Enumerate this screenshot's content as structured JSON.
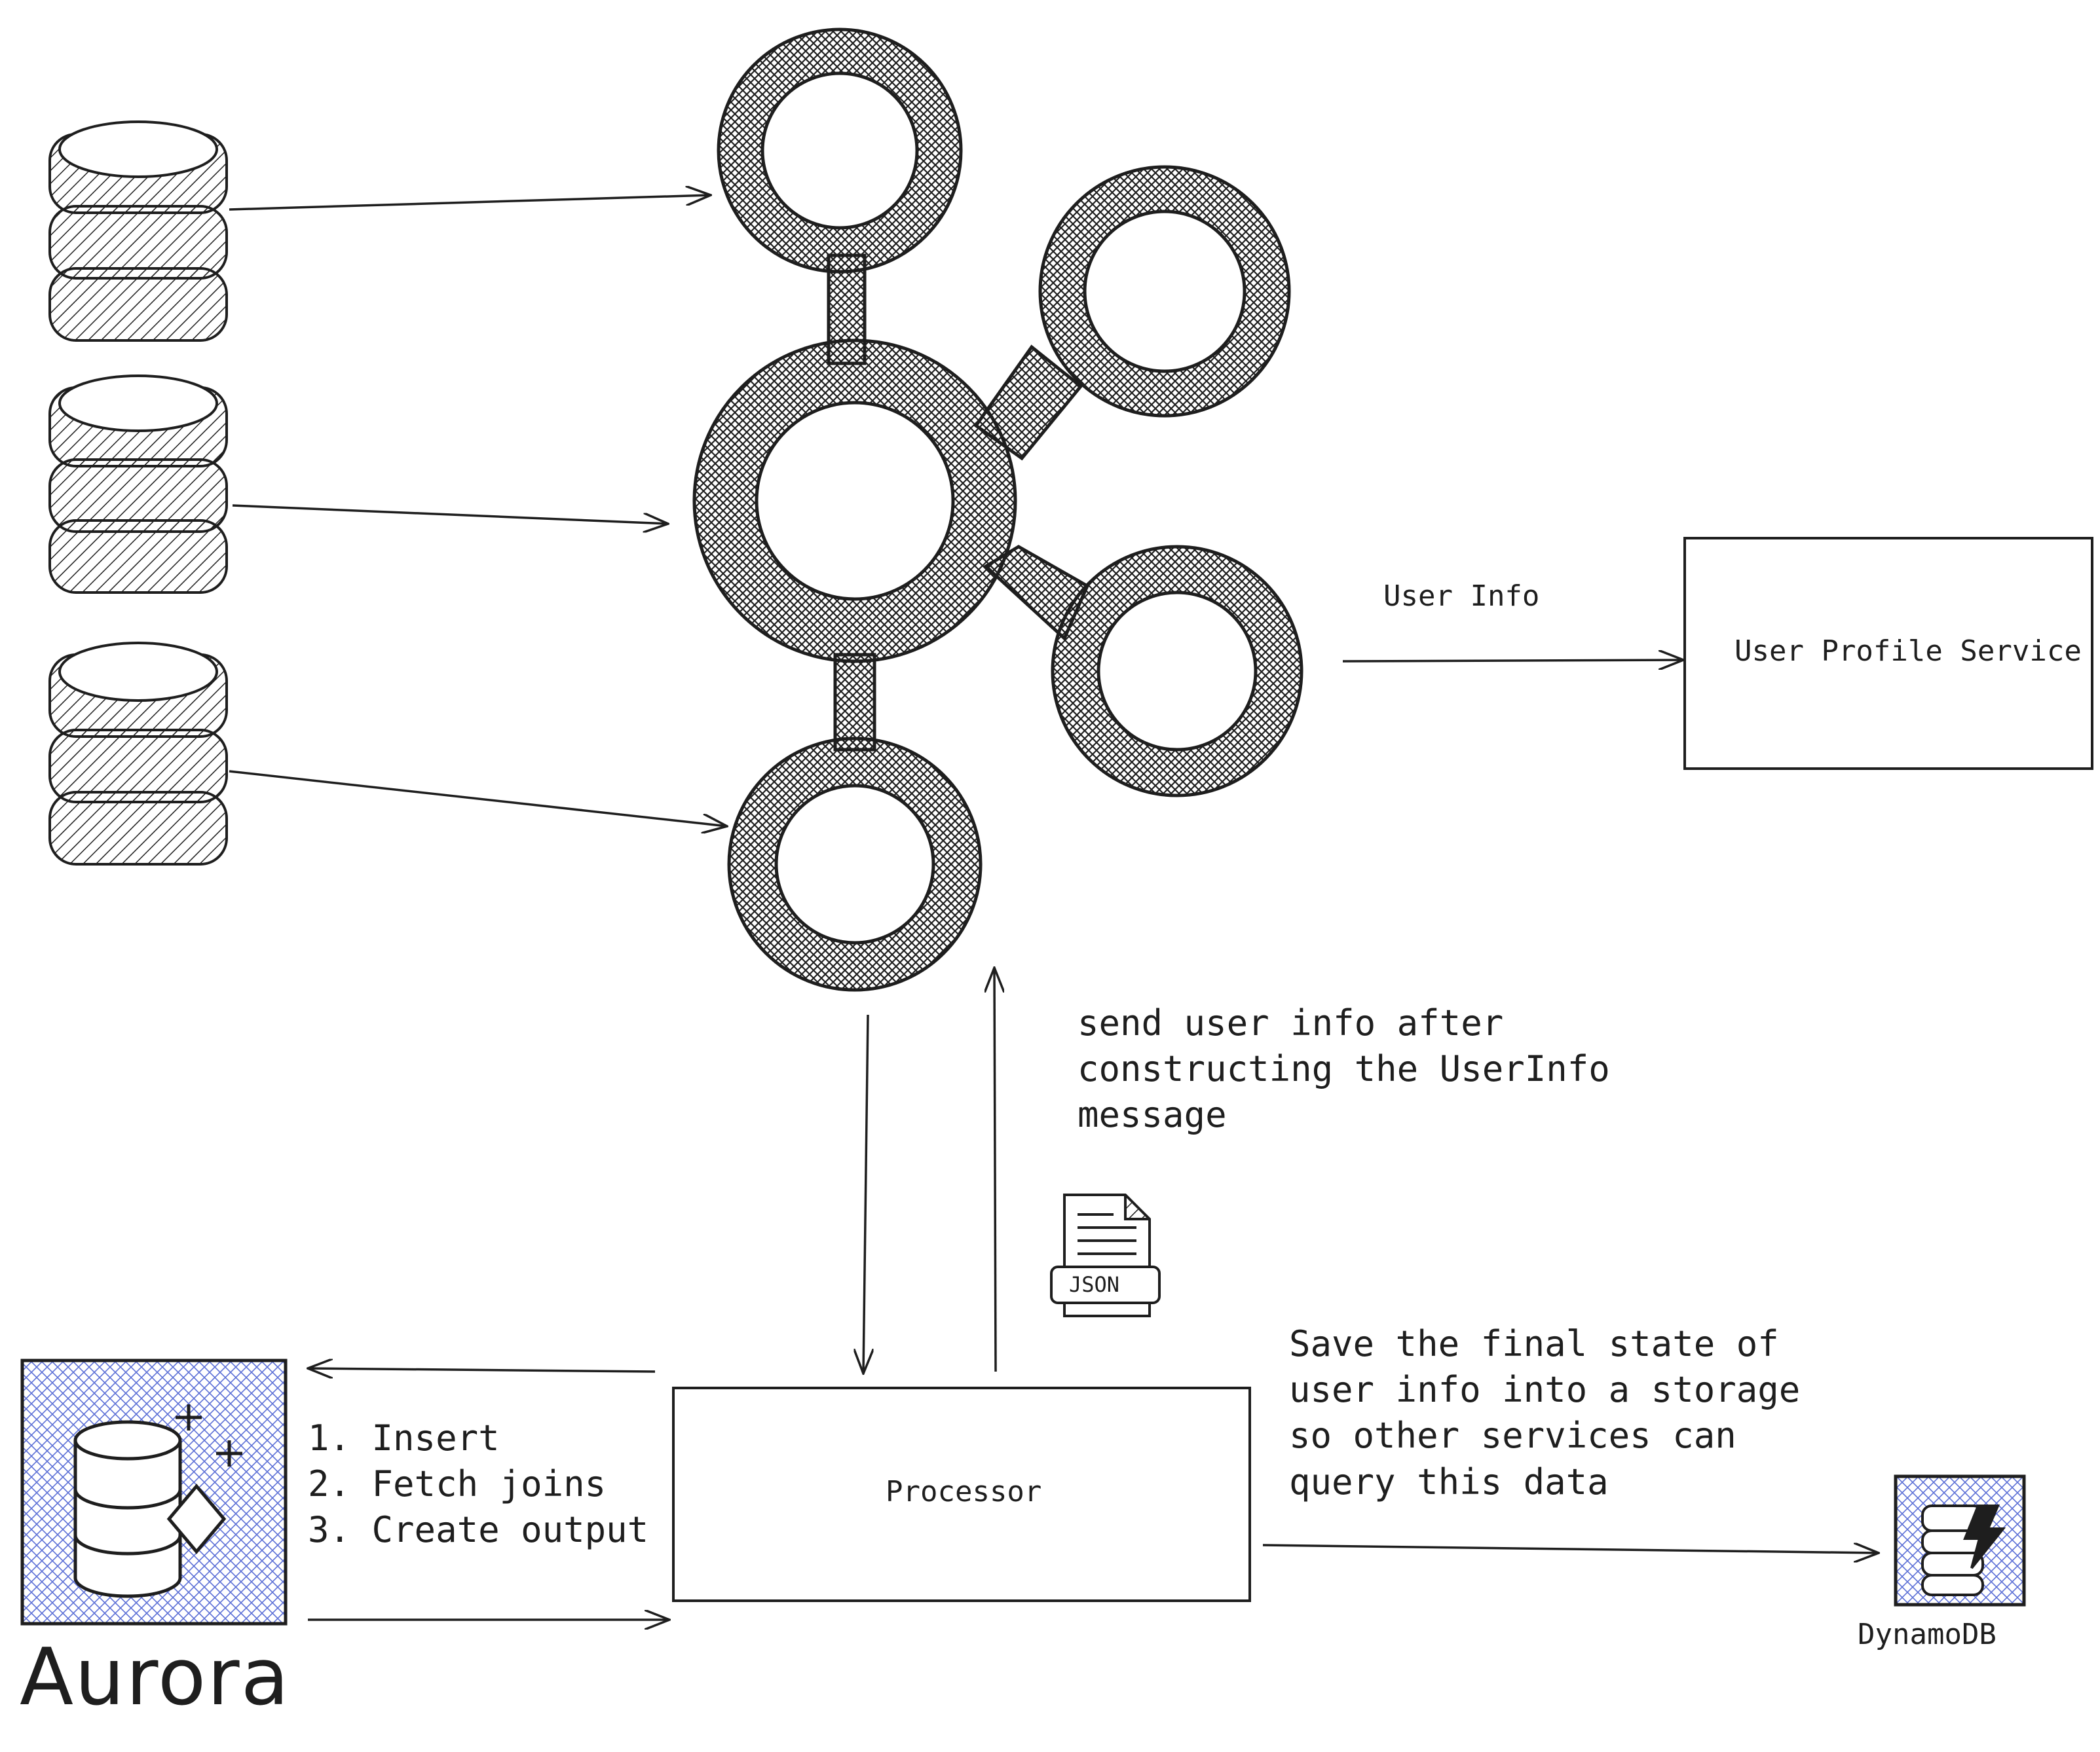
{
  "colors": {
    "ink": "#1e1e1e",
    "hatch": "#1e1e1e",
    "aurora_fill": "#5b6fd6",
    "background": "#ffffff"
  },
  "icons": [
    "database-icon",
    "database-icon",
    "database-icon",
    "kafka-cluster-icon",
    "json-file-icon",
    "aurora-icon",
    "dynamodb-icon"
  ],
  "labels": {
    "user_info": "User Info",
    "user_profile_service": "User Profile Service",
    "send_note": [
      "send user info after",
      "constructing the UserInfo",
      "message"
    ],
    "json": "JSON",
    "save_note": [
      "Save the final state of",
      "user info into a storage",
      "so other services can",
      "query this data"
    ],
    "processor": "Processor",
    "aurora_steps": [
      "1. Insert",
      "2. Fetch joins",
      "3. Create output"
    ],
    "aurora": "Aurora",
    "dynamodb": "DynamoDB"
  }
}
